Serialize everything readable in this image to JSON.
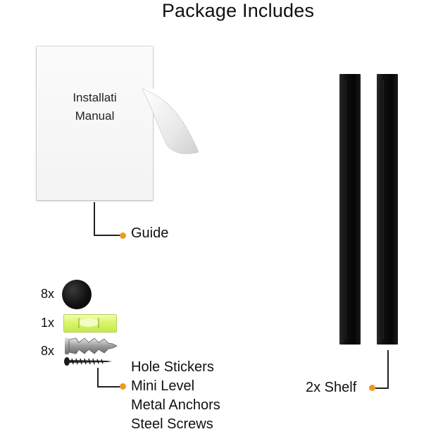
{
  "title": "Package Includes",
  "manual": {
    "line1": "Installati",
    "line2": "Manual"
  },
  "guide_label": "Guide",
  "quantities": {
    "stickers": "8x",
    "level": "1x",
    "anchors": "8x"
  },
  "hardware_labels": [
    "Hole Stickers",
    "Mini Level",
    "Metal Anchors",
    "Steel Screws"
  ],
  "shelf_label": "2x Shelf",
  "colors": {
    "accent_dot": "#f0981f",
    "shelf": "#0b0b0b",
    "level": "#d9f66a"
  }
}
